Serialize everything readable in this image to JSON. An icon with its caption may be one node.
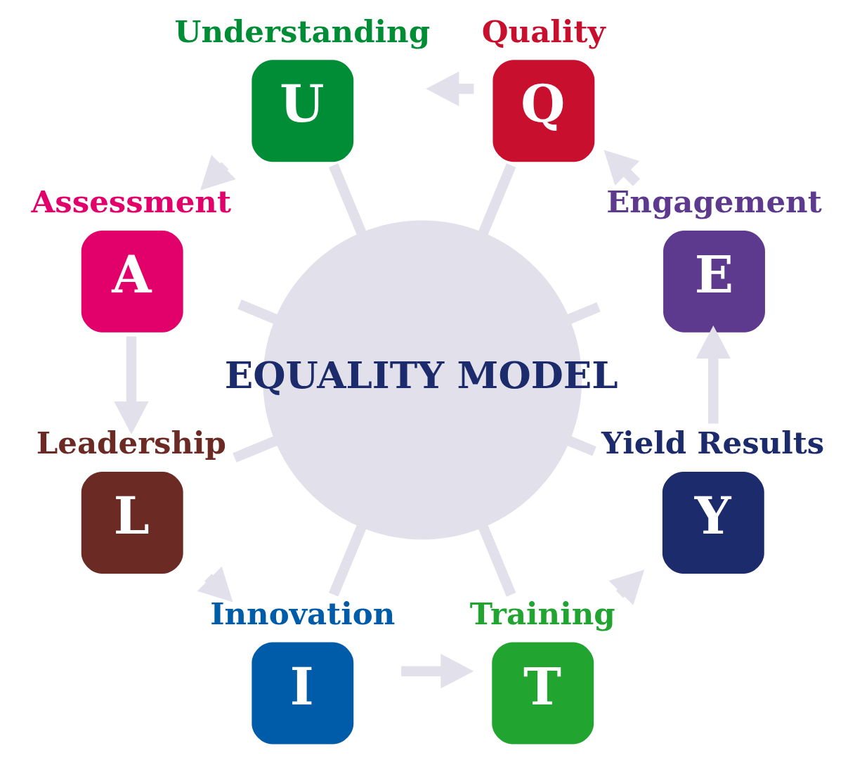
{
  "diagram": {
    "nodes": [
      {
        "text": [
          "EQUALITY MODEL"
        ]
      },
      {
        "text": [
          "Engagement",
          "E"
        ]
      },
      {
        "text": [
          "Quality",
          "Q"
        ]
      },
      {
        "text": [
          "Understanding",
          "U"
        ]
      },
      {
        "text": [
          "Assessment",
          "A"
        ]
      },
      {
        "text": [
          "Leadership",
          "L"
        ]
      },
      {
        "text": [
          "Innovation",
          "I"
        ]
      },
      {
        "text": [
          "Training",
          "T"
        ]
      },
      {
        "text": [
          "Yield Results",
          "Y"
        ]
      }
    ],
    "edges": [
      {
        "from": 0,
        "to": 1,
        "arrow": "none"
      },
      {
        "from": 0,
        "to": 2,
        "arrow": "none"
      },
      {
        "from": 0,
        "to": 3,
        "arrow": "none"
      },
      {
        "from": 0,
        "to": 4,
        "arrow": "none"
      },
      {
        "from": 0,
        "to": 5,
        "arrow": "none"
      },
      {
        "from": 0,
        "to": 6,
        "arrow": "none"
      },
      {
        "from": 0,
        "to": 7,
        "arrow": "none"
      },
      {
        "from": 0,
        "to": 8,
        "arrow": "none"
      },
      {
        "from": 1,
        "to": 2,
        "arrow": "to"
      },
      {
        "from": 2,
        "to": 3,
        "arrow": "to"
      },
      {
        "from": 3,
        "to": 4,
        "arrow": "to"
      },
      {
        "from": 4,
        "to": 5,
        "arrow": "to"
      },
      {
        "from": 5,
        "to": 6,
        "arrow": "to"
      },
      {
        "from": 6,
        "to": 7,
        "arrow": "to"
      },
      {
        "from": 7,
        "to": 8,
        "arrow": "to"
      },
      {
        "from": 8,
        "to": 1,
        "arrow": "to"
      }
    ]
  }
}
